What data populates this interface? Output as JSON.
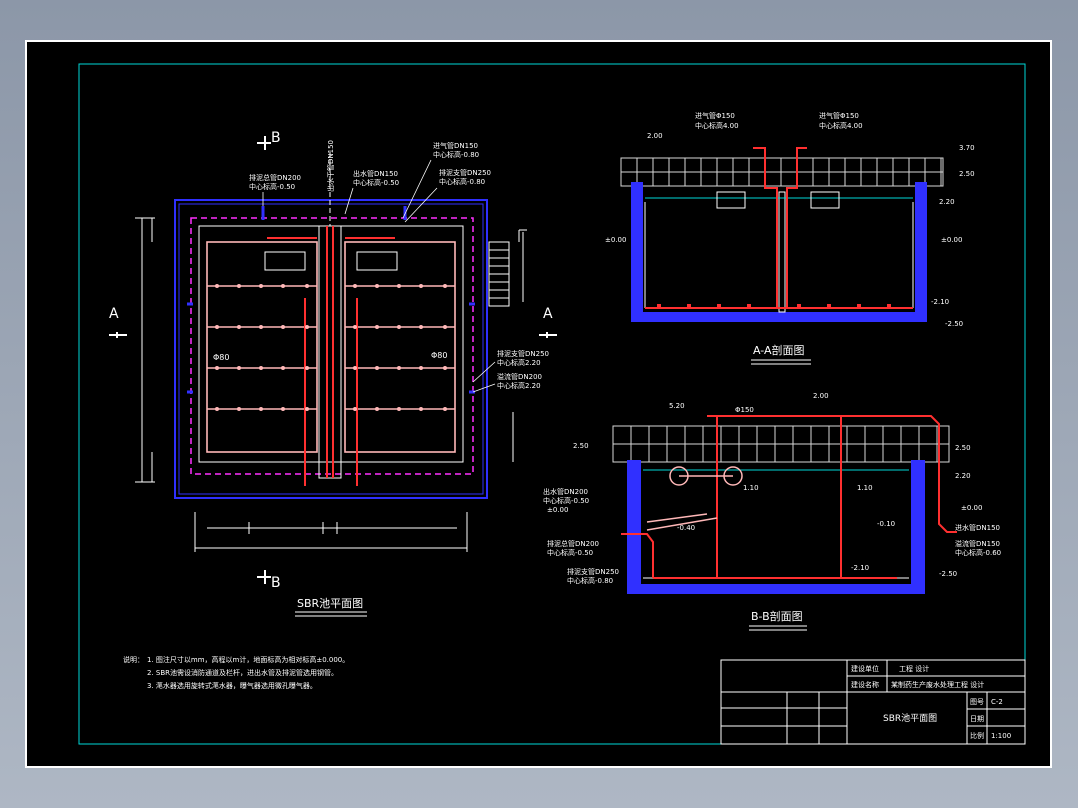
{
  "plan": {
    "title": "SBR池平面图",
    "section_a": "A",
    "section_b": "B",
    "phi80": "Φ80",
    "left_top_label1": "排泥总管DN200",
    "left_top_label2": "中心标高-0.50",
    "mid_top_label1": "出水管DN150",
    "mid_top_label2": "中心标高-0.50",
    "right_top_label1": "进气管DN150",
    "right_top_label2": "中心标高-0.80",
    "right_top_label3": "排泥支管DN250",
    "right_top_label4": "中心标高-0.80",
    "right_mid_label1": "排泥支管DN250",
    "right_mid_label2": "中心标高2.20",
    "right_mid_label3": "溢流管DN200",
    "right_mid_label4": "中心标高2.20",
    "vertical_pipe_label": "出水干管DN150"
  },
  "section_aa": {
    "title": "A-A剖面图",
    "pipe1": "进气管Φ150",
    "pipe1_elev": "中心标高4.00",
    "pipe2": "进气管Φ150",
    "pipe2_elev": "中心标高4.00",
    "lv_2_00": "2.00",
    "lv_3_70": "3.70",
    "lv_2_50": "2.50",
    "lv_2_20": "2.20",
    "lv_0_00_left": "±0.00",
    "lv_0_00_right": "±0.00",
    "lv_m2_10": "-2.10",
    "lv_m2_50": "-2.50"
  },
  "section_bb": {
    "title": "B-B剖面图",
    "lv_5_20": "5.20",
    "pipe_top": "Φ150",
    "lv_2_00": "2.00",
    "lv_2_50_left": "2.50",
    "lv_2_50_right": "2.50",
    "lv_2_20": "2.20",
    "lv_1_10_left": "1.10",
    "lv_1_10_right": "1.10",
    "lv_0_00_left": "±0.00",
    "lv_0_00_right": "±0.00",
    "lv_m0_40": "-0.40",
    "lv_m0_10": "-0.10",
    "lv_m2_10": "-2.10",
    "lv_m2_50": "-2.50",
    "left_label1": "出水管DN200",
    "left_label2": "中心标高-0.50",
    "left_label3": "排泥总管DN200",
    "left_label4": "中心标高-0.50",
    "left_label5": "排泥支管DN250",
    "left_label6": "中心标高-0.80",
    "right_label1": "溢流管DN150",
    "right_label2": "中心标高-0.60",
    "right_label3": "进水管DN150"
  },
  "notes": {
    "head": "说明：",
    "line1": "1. 图注尺寸以mm，高程以m计，地面标高为相对标高±0.000。",
    "line2": "2. SBR池需设消防通道及栏杆，进出水管及排泥管选用钢管。",
    "line3": "3. 滗水器选用旋转式滗水器，曝气器选用微孔曝气器。"
  },
  "title_block": {
    "r1c1": "建设单位",
    "r1c2": "工程 设计",
    "r2c1": "建设名称",
    "r2c2": "某制药生产废水处理工程 设计",
    "drawing_name": "SBR池平面图",
    "f1": "图号",
    "f1v": "C-2",
    "f2": "日期",
    "f3": "比例",
    "f3v": "1:100"
  },
  "colors": {
    "frame": "#ffffff",
    "cyan": "#00d8d8",
    "blue": "#3030ff",
    "red": "#ff3030",
    "magenta": "#ff30ff",
    "pink": "#ffb8b8",
    "grid": "#d8d8d8"
  }
}
